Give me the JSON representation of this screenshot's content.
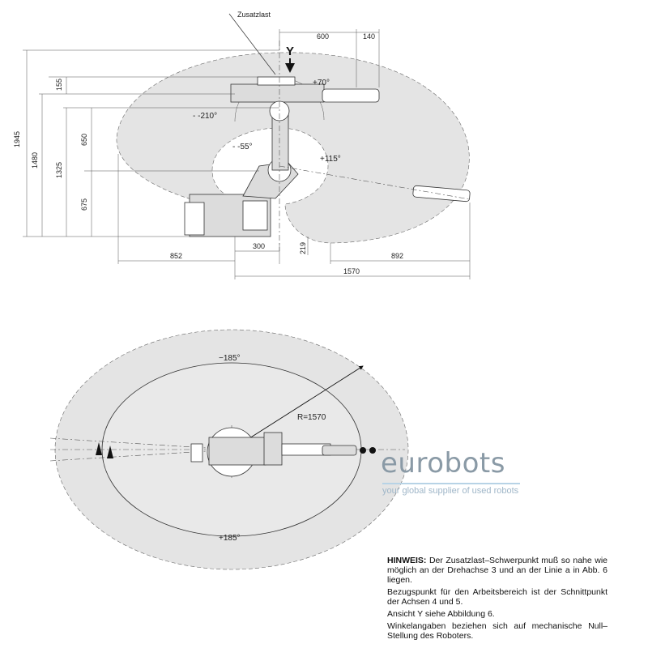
{
  "side_view": {
    "payload_label": "Zusatzlast",
    "view_marker": "Y",
    "angles": [
      "+70°",
      "- -210°",
      "- -55°",
      "+115°"
    ],
    "dims_top": [
      "600",
      "140"
    ],
    "dims_left": [
      "155",
      "1945",
      "1480",
      "1325",
      "650",
      "675"
    ],
    "dims_bottom": [
      "852",
      "300",
      "219",
      "892",
      "1570"
    ]
  },
  "top_view": {
    "angle_top": "−185°",
    "angle_bottom": "+185°",
    "radius": "R=1570"
  },
  "watermark": {
    "brand": "eurobots",
    "tagline": "your global supplier of used robots"
  },
  "note": {
    "heading": "HINWEIS:",
    "p1": "Der Zusatzlast–Schwerpunkt muß so nahe wie möglich an der Drehachse 3 und an der Linie a in Abb. 6 liegen.",
    "p2": "Bezugspunkt für den Arbeitsbereich ist der Schnittpunkt der Achsen 4 und 5.",
    "p3": "Ansicht Y siehe Abbildung 6.",
    "p4": "Winkelangaben beziehen sich auf mechanische Null–Stellung des Roboters."
  }
}
